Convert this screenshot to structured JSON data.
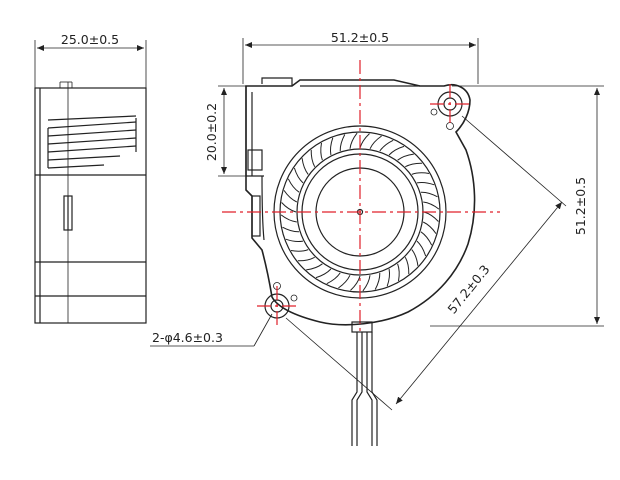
{
  "dimensions": {
    "side_width": "25.0±0.5",
    "top_width": "51.2±0.5",
    "right_height": "51.2±0.5",
    "outlet_height": "20.0±0.2",
    "hole_spacing": "57.2±0.3",
    "hole_diameter": "2-φ4.6±0.3"
  },
  "colors": {
    "line": "#222222",
    "center_line": "#e0202a"
  }
}
